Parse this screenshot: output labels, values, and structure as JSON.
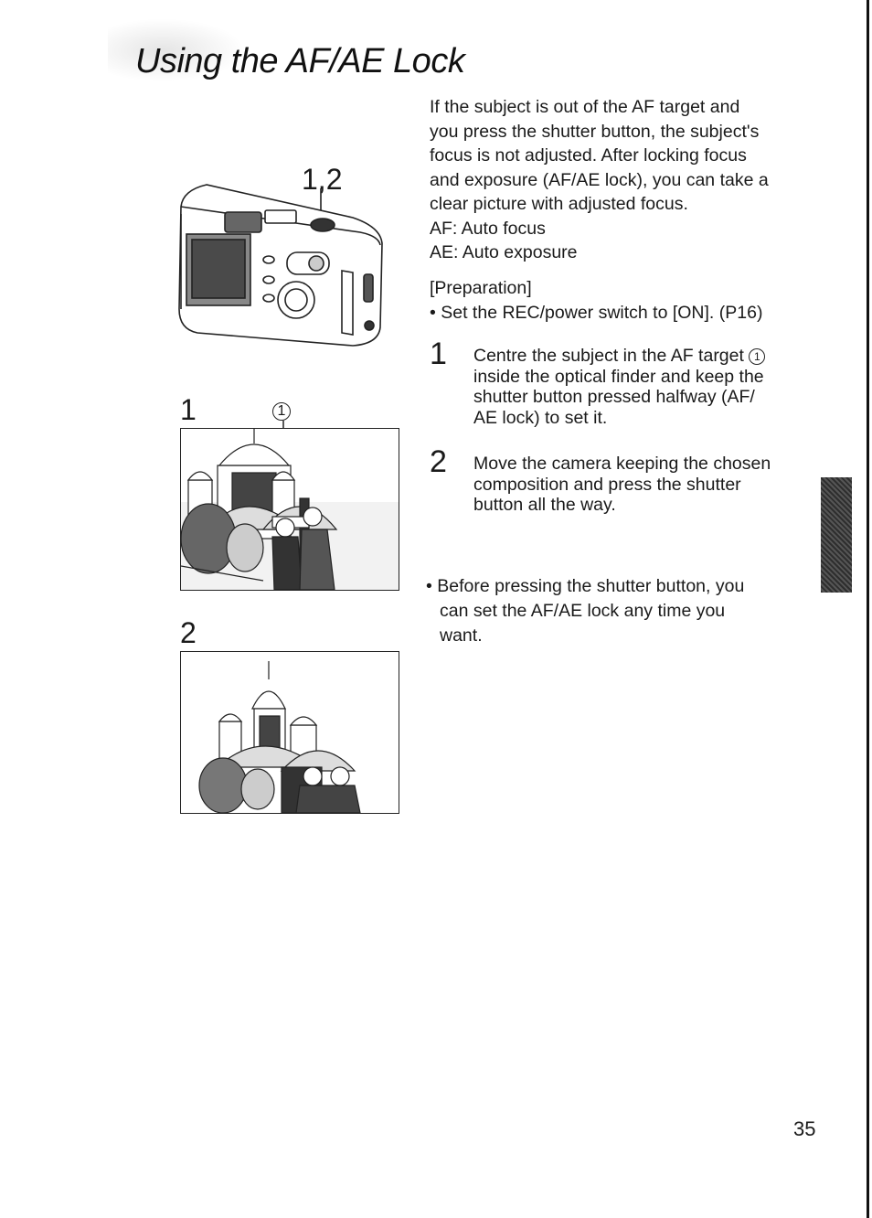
{
  "title": "Using the AF/AE Lock",
  "intro_lines": [
    "If the subject is out of the AF target and",
    "you press the shutter button, the subject's",
    "focus is not adjusted. After locking focus",
    "and exposure (AF/AE lock), you can take a",
    "clear picture with adjusted focus.",
    "AF: Auto focus",
    "AE: Auto exposure"
  ],
  "preparation": {
    "heading": "[Preparation]",
    "item": "• Set the REC/power switch to [ON]. (P16)"
  },
  "steps": [
    {
      "number": "1",
      "lines": [
        "Centre the subject in the AF target",
        "inside the optical finder and keep the",
        "shutter button pressed halfway (AF/",
        "AE lock) to set it."
      ],
      "marker": "1"
    },
    {
      "number": "2",
      "lines": [
        "Move the camera keeping the chosen",
        "composition and press the shutter",
        "button all the way."
      ]
    }
  ],
  "note": {
    "line1": "• Before pressing the shutter button, you",
    "line2": "can set the AF/AE lock any time you",
    "line3": "want."
  },
  "figures": {
    "camera_label": "1,2",
    "frame1_label": "1",
    "frame1_marker": "1",
    "frame2_label": "2"
  },
  "page_number": "35"
}
